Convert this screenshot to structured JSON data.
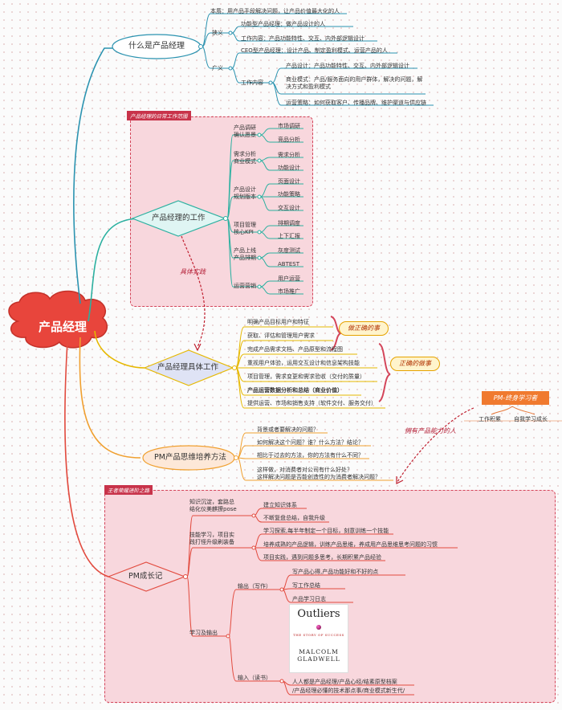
{
  "root": "产品经理",
  "b1": {
    "label": "什么是产品经理",
    "essence": "本质：用产品手段解决问题，让产品价值最大化的人",
    "narrow": "狭义",
    "narrow_items": [
      "功能型产品经理：做产品设计的人",
      "工作内容：产品功能特性、交互、内外部逻辑设计"
    ],
    "broad": "广义",
    "broad_ceo": "CEO型产品经理：设计产品、制定盈利模式、运营产品的人",
    "work": "工作内容",
    "work_items": [
      "产品设计：产品功能特性、交互、内外部逻辑设计",
      "商业模式：产品/服务面向的用户群体，解决的问题，解决方式和盈利模式",
      "运营策略：如何获取客户、传播品牌、维护渠道与供应链"
    ]
  },
  "b2": {
    "tag": "产品经理的日常工作范围",
    "label": "产品经理的工作",
    "groups": [
      {
        "name": "产品调研确认愿景",
        "items": [
          "市场调研",
          "竞品分析"
        ]
      },
      {
        "name": "需求分析商业模式",
        "items": [
          "需求分析",
          "功能设计"
        ]
      },
      {
        "name": "产品设计规划版本",
        "items": [
          "页面设计",
          "功能策略",
          "交互设计"
        ]
      },
      {
        "name": "项目管理核心KPI",
        "items": [
          "排期调度",
          "上下汇报"
        ]
      },
      {
        "name": "产品上线产品排期",
        "items": [
          "灰度测试",
          "ABTEST"
        ]
      },
      {
        "name": "运营营销",
        "items": [
          "用户运营",
          "市场推广"
        ]
      }
    ],
    "practice": "具体实践"
  },
  "b3": {
    "label": "产品经理具体工作",
    "items": [
      "明确产品目标用户和特征",
      "获取、评估和管理用户需求",
      "完成产品需求文档、产品原型和流程图",
      "重视用户体验，运用交互设计和信息架构技能",
      "项目管理，需求变更和需求验收（交付的质量）",
      "产品运营数据分析和总结（商业价值）",
      "提供运营、市场和销售支持（软件交付、服务交付）"
    ],
    "do_right_thing": "做正确的事",
    "do_thing_right": "正确的做事"
  },
  "b4": {
    "label": "PM产品思维培养方法",
    "items": [
      "背景或者要解决的问题？",
      "如何解决这个问题？谁？什么方法？结论？",
      "相比于过去的方法，你的方法有什么不同？",
      "这样做，对消费者对公司有什么好处？",
      "这样解决问题是否能创造性的为消费者解决问题？"
    ],
    "lifelong": "PM-终身学习者",
    "lifelong_items": [
      "工作积累",
      "自我学习成长"
    ],
    "ability": "拥有产品能力的人"
  },
  "b5": {
    "tag": "王者荣耀进阶之路",
    "label": "PM成长记",
    "k1": "知识沉淀，套路总结化仪美麒撩pose",
    "k1_items": [
      "建立知识体系",
      "不断复盘总结，自我升级"
    ],
    "k2": "技能学习，项目实践打怪升级刷装备",
    "k2_items": [
      "学习探索,每半年制定一个目标，刻意训练一个技能",
      "培养成熟的产品逻辑，训练产品思维，养成用产品思维思考问题的习惯",
      "项目实践，遇到问题多思考，长期积累产品经验"
    ],
    "k3": "学习及输出",
    "output": "输出（写作）",
    "output_items": [
      "写产品心得,产品功能好和不好的点",
      "写工作总结",
      "产品学习日志"
    ],
    "input": "输入（读书）",
    "input_items": [
      "人人都是产品经理/产品心经/结素原型档案",
      "/产品经理必懂的技术那点事/商业模式新生代/"
    ],
    "book": {
      "title": "Outliers",
      "subtitle": "THE STORY OF SUCCESS",
      "author1": "MALCOLM",
      "author2": "GLADWELL"
    }
  }
}
